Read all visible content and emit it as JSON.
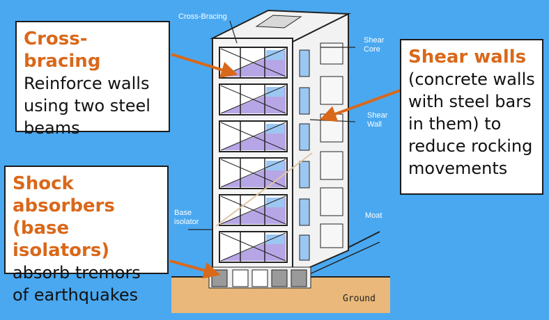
{
  "callouts": {
    "cross_bracing": {
      "title": "Cross-bracing",
      "body_lines": [
        "Reinforce walls",
        "using two steel",
        "beams"
      ]
    },
    "shear_walls": {
      "title": "Shear walls",
      "body_lines": [
        "(concrete walls",
        "with steel bars",
        "in them) to",
        "reduce rocking",
        "movements"
      ]
    },
    "shock_absorbers": {
      "title_lines": [
        "Shock absorbers",
        "(base isolators)"
      ],
      "body_lines": [
        "absorb tremors",
        "of earthquakes"
      ]
    }
  },
  "labels": {
    "cross_bracing": "Cross-Bracing",
    "shear_core": [
      "Shear",
      "Core"
    ],
    "shear_wall": [
      "Shear",
      "Wall"
    ],
    "base_isolator": [
      "Base",
      "isolator"
    ],
    "moat": "Moat",
    "ground": "Ground"
  },
  "colors": {
    "background": "#4aa8f0",
    "accent": "#d9681a",
    "panel_purple": "#b7a6e6",
    "window_blue": "#9cc7f2",
    "ground": "#e9b87a"
  }
}
